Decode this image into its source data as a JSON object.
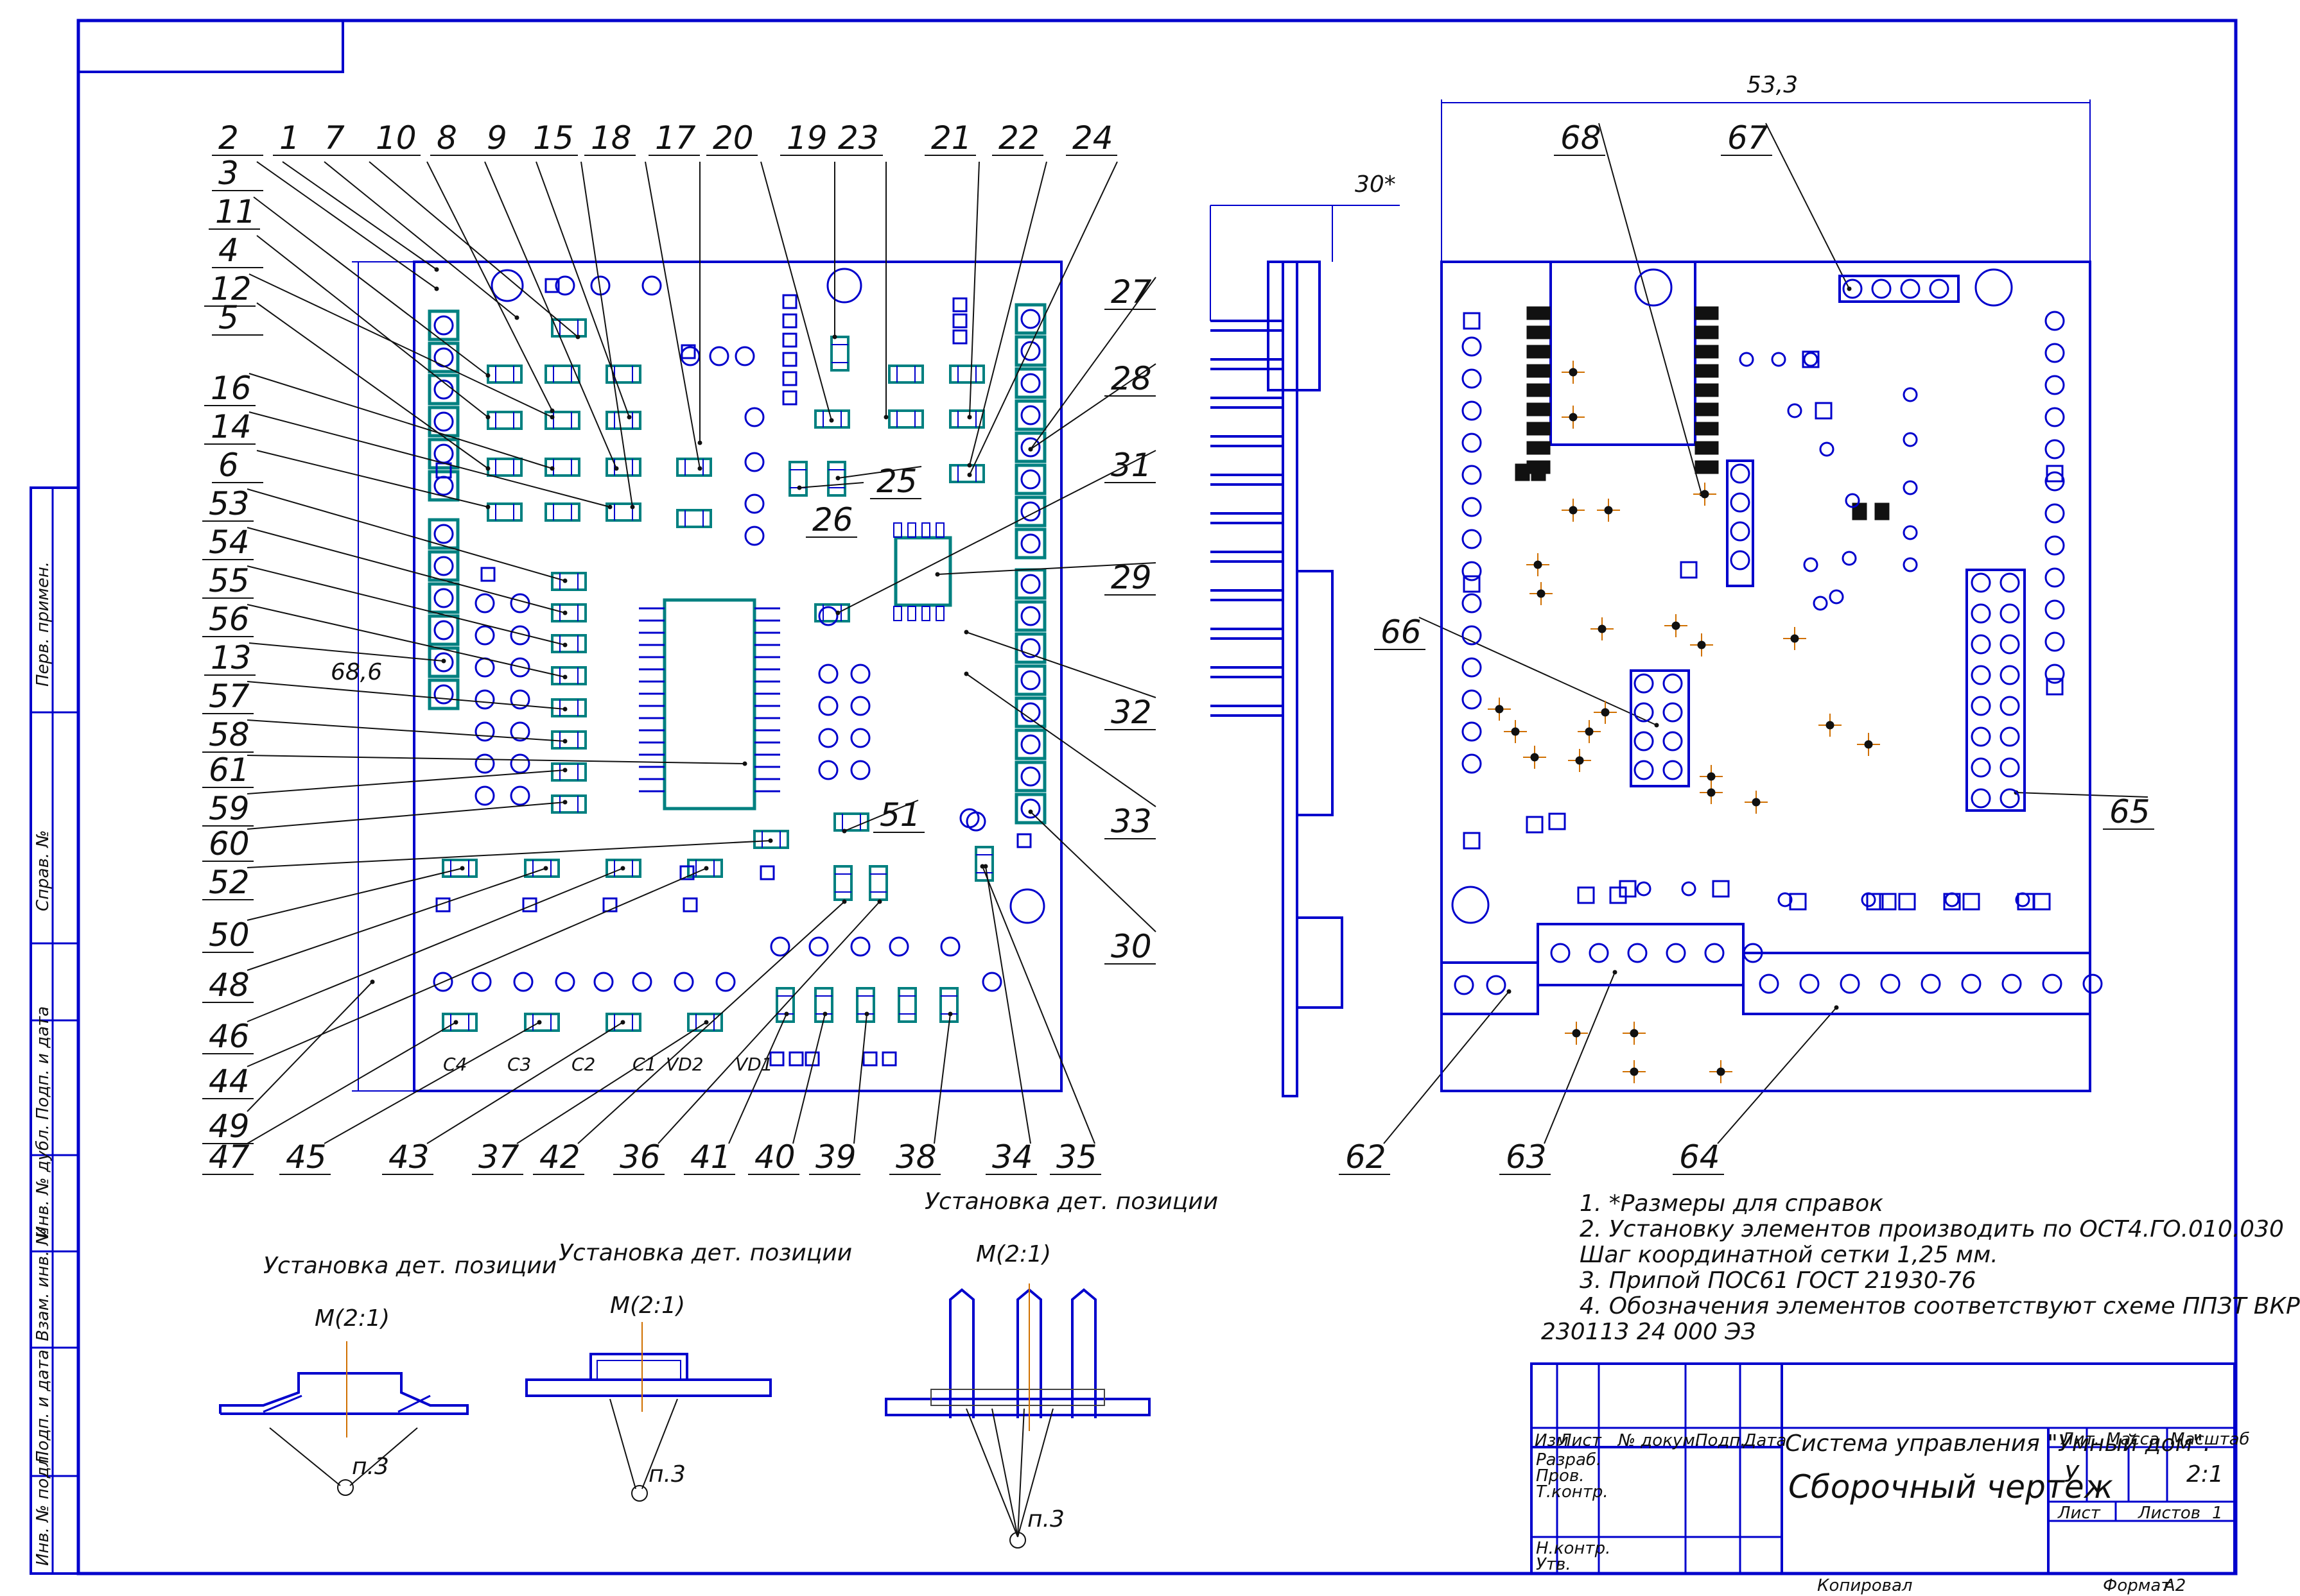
{
  "colors": {
    "outline": "#0000cc",
    "pad": "#008080",
    "leader": "#111111",
    "axis": "#d07000",
    "ink": "#111111"
  },
  "position_labels": [
    "2",
    "1",
    "7",
    "10",
    "8",
    "9",
    "15",
    "18",
    "17",
    "20",
    "19",
    "23",
    "21",
    "22",
    "24",
    "3",
    "11",
    "4",
    "12",
    "5",
    "16",
    "14",
    "6",
    "53",
    "54",
    "55",
    "56",
    "13",
    "57",
    "58",
    "61",
    "59",
    "60",
    "52",
    "50",
    "48",
    "46",
    "44",
    "49",
    "47",
    "45",
    "43",
    "37",
    "42",
    "36",
    "41",
    "40",
    "39",
    "38",
    "34",
    "35",
    "26",
    "25",
    "27",
    "28",
    "31",
    "29",
    "32",
    "33",
    "30",
    "51",
    "68",
    "67",
    "66",
    "65",
    "62",
    "63",
    "64"
  ],
  "dimensions": {
    "board_height": "68,6",
    "board_width": "53,3",
    "side_height": "30*"
  },
  "silkscreen": [
    "C4",
    "C3",
    "C2",
    "C1",
    "VD2",
    "VD1"
  ],
  "notes": [
    "1.  *Размеры для справок",
    "2. Установку элементов производить по ОСТ4.ГО.010.030",
    "Шаг координатной сетки 1,25 мм.",
    "3. Припой ПОС61 ГОСТ 21930-76",
    "4.  Обозначения  элементов  соответствуют  схеме  ППЗТ  ВКР",
    "230113 24 000 ЭЗ"
  ],
  "details": [
    {
      "title": "Установка дет. позиции",
      "scale": "M(2:1)",
      "ref": "п.3"
    },
    {
      "title": "Установка дет. позиции",
      "scale": "M(2:1)",
      "ref": "п.3"
    },
    {
      "title": "Установка дет. позиции",
      "scale": "M(2:1)",
      "ref": "п.3"
    }
  ],
  "title_block": {
    "doc_name": "Система управления \"Умный дом\".",
    "doc_type": "Сборочный чертеж",
    "col_izm": "Изм",
    "col_list": "Лист",
    "col_doc": "№ докум.",
    "col_sign": "Подп.",
    "col_date": "Дата",
    "row_razrab": "Разраб.",
    "row_prov": "Пров.",
    "row_tkontr": "Т.контр.",
    "row_nkontr": "Н.контр.",
    "row_utv": "Утв.",
    "lit_label": "Лит.",
    "mass_label": "Масса",
    "scale_label": "Масштаб",
    "lit_value": "У",
    "scale_value": "2:1",
    "sheet_label": "Лист",
    "sheets_label": "Листов",
    "sheets_value": "1",
    "copied_label": "Копировал",
    "format_label": "Формат",
    "format_value": "А2"
  },
  "side_stamps": [
    "Перв. примен.",
    "Справ. №",
    "Подп. и дата",
    "Инв. № дубл.",
    "Взам. инв. №",
    "Подп. и дата",
    "Инв. № подл."
  ]
}
